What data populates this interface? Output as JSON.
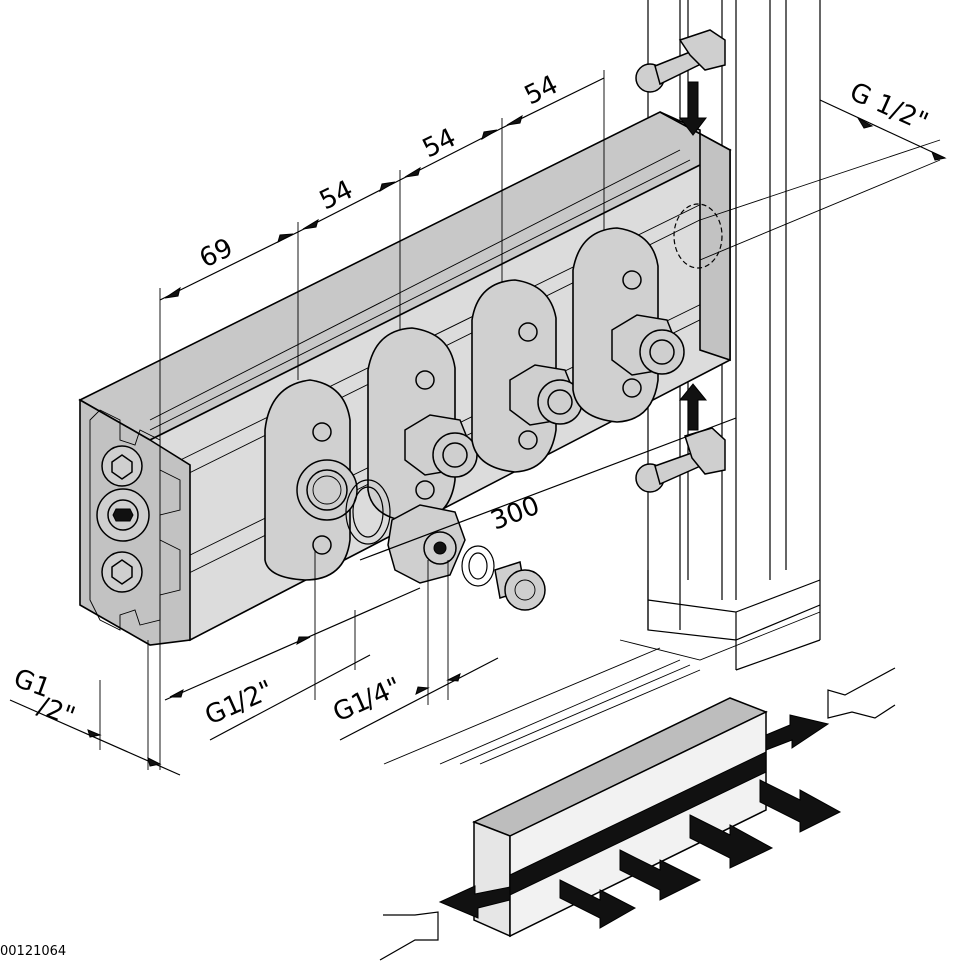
{
  "figure": {
    "document_number": "00121064"
  },
  "dimensions": {
    "pitch_1": "69",
    "pitch_2": "54",
    "pitch_3": "54",
    "pitch_4": "54",
    "length": "300",
    "port_top_label": "G 1/2\"",
    "port_end_base": "G1",
    "port_end_frac": "/2\"",
    "port_side_base": "G1",
    "port_side_frac": "/2\"",
    "port_outlet_base": "G1",
    "port_outlet_frac": "/4\""
  },
  "colors": {
    "housing": "#dcdcdc",
    "housing_top": "#c8c8c8",
    "housing_end": "#c2c2c2",
    "flow_arrow": "#111111"
  }
}
